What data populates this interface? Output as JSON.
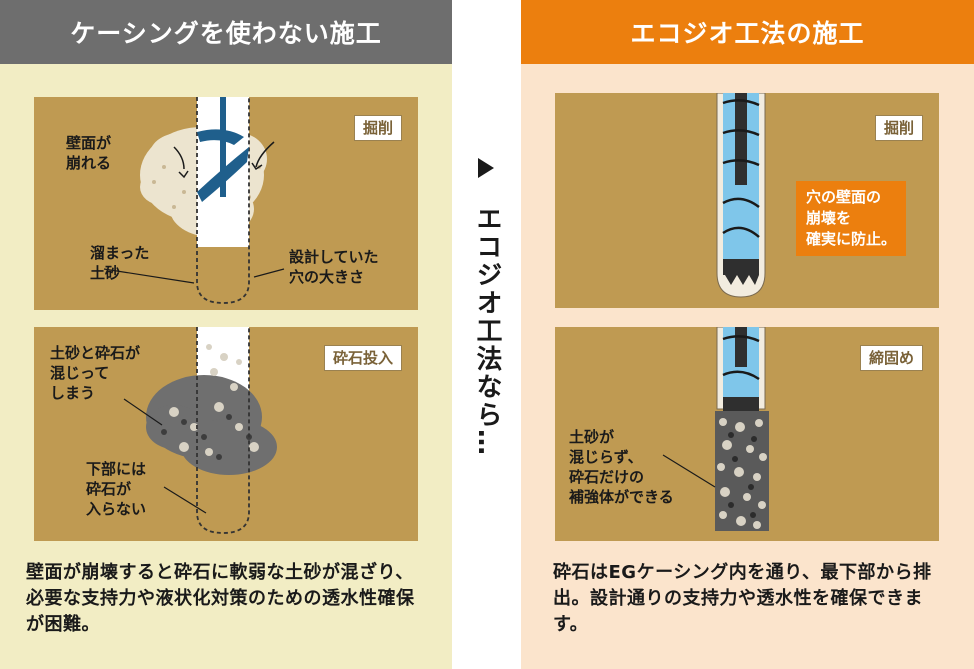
{
  "left": {
    "header": "ケーシングを使わない施工",
    "panel1": {
      "tag": "掘削",
      "label_wall": "壁面が\n崩れる",
      "label_soil": "溜まった\n土砂",
      "label_hole": "設計していた\n穴の大きさ"
    },
    "panel2": {
      "tag": "砕石投入",
      "label_mixed": "土砂と砕石が\n混じって\nしまう",
      "label_bottom": "下部には\n砕石が\n入らない"
    },
    "caption": "壁面が崩壊すると砕石に軟弱な土砂が混ざり、必要な支持力や液状化対策のための透水性確保が困難。"
  },
  "middle": {
    "text": "エコジオ工法なら…"
  },
  "right": {
    "header": "エコジオ工法の施工",
    "panel1": {
      "tag": "掘削",
      "callout": "穴の壁面の\n崩壊を\n確実に防止。"
    },
    "panel2": {
      "tag": "締固め",
      "label": "土砂が\n混じらず、\n砕石だけの\n補強体ができる"
    },
    "caption": "砕石はEGケーシング内を通り、最下部から排出。設計通りの支持力や透水性を確保できます。"
  },
  "colors": {
    "panel": "#bf9a52",
    "left_bg": "#f2edc4",
    "right_bg": "#fbe4cc",
    "left_header": "#6e6e6e",
    "right_header": "#ec7f0e",
    "casing": "#7fc6ea",
    "auger": "#1f5f8c"
  }
}
